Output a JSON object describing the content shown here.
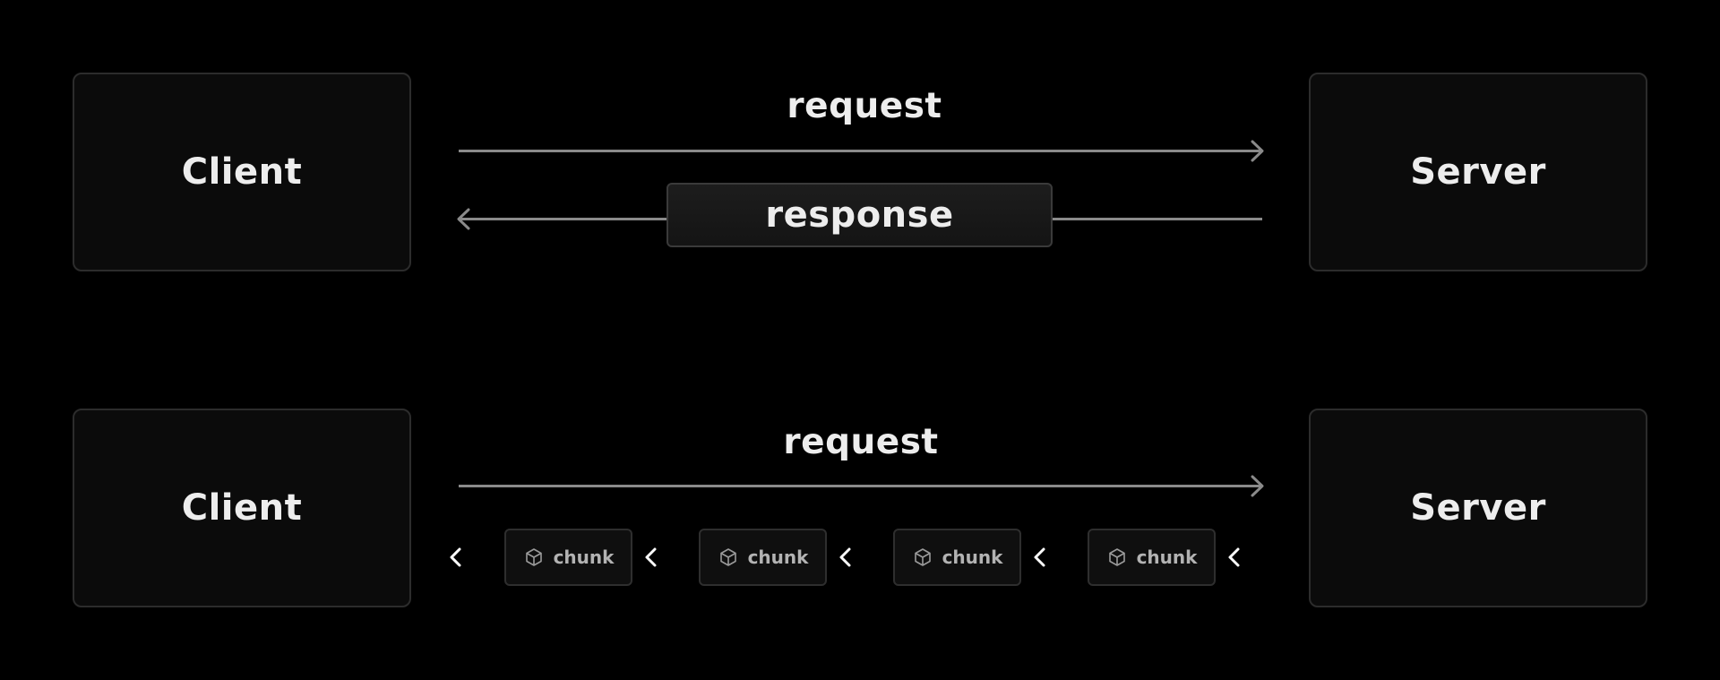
{
  "top": {
    "client_label": "Client",
    "server_label": "Server",
    "request_label": "request",
    "response_label": "response"
  },
  "bottom": {
    "client_label": "Client",
    "server_label": "Server",
    "request_label": "request",
    "chunks": [
      {
        "label": "chunk",
        "icon": "cube-icon"
      },
      {
        "label": "chunk",
        "icon": "cube-icon"
      },
      {
        "label": "chunk",
        "icon": "cube-icon"
      },
      {
        "label": "chunk",
        "icon": "cube-icon"
      }
    ]
  },
  "colors": {
    "background": "#000000",
    "box_fill": "#0b0b0b",
    "box_border": "#2c2c2c",
    "line": "#8a8a8a",
    "text": "#ededed",
    "chunk_text": "#b3b3b3"
  }
}
